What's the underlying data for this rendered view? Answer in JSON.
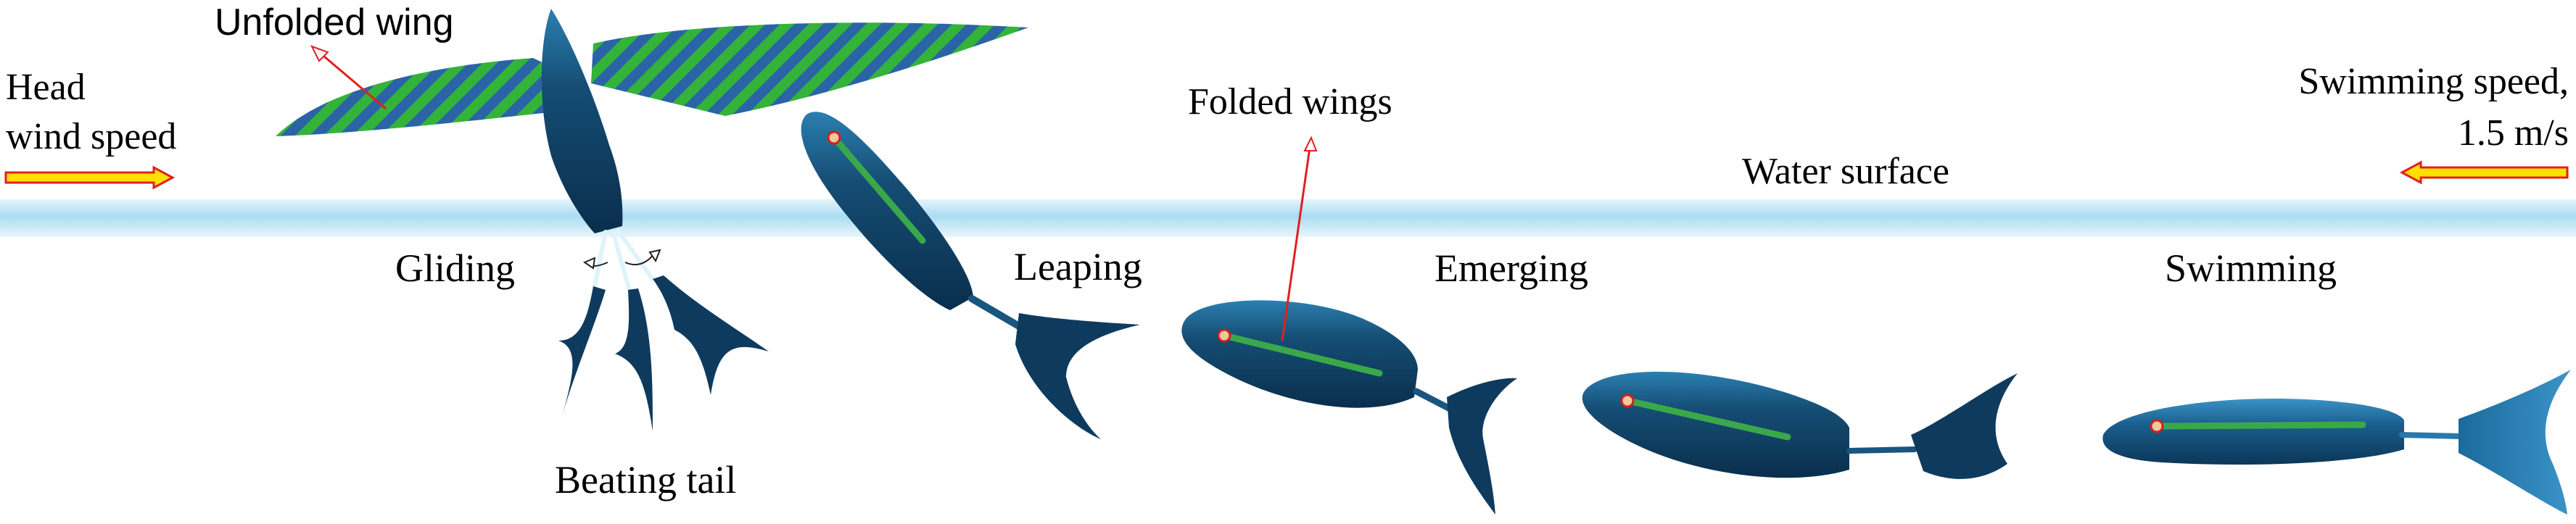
{
  "labels": {
    "unfolded_wing": "Unfolded wing",
    "head_wind_line1": "Head",
    "head_wind_line2": "wind speed",
    "folded_wings": "Folded wings",
    "swim_speed_line1": "Swimming speed,",
    "swim_speed_line2": "1.5 m/s",
    "water_surface": "Water surface",
    "gliding": "Gliding",
    "leaping": "Leaping",
    "emerging": "Emerging",
    "swimming": "Swimming",
    "beating_tail": "Beating tail"
  },
  "colors": {
    "body_dark": "#0d3b5e",
    "body_mid": "#1b5d87",
    "body_light": "#2e86b8",
    "wing_green": "#33b33a",
    "wing_blue": "#2a64a6",
    "water_band": "#bfe5f6",
    "arrow_fill": "#ffe000",
    "arrow_stroke": "#e02020",
    "pointer_red": "#e02020",
    "folded_wing_bar": "#3aa84a",
    "pivot_fill": "#f2c79a"
  }
}
